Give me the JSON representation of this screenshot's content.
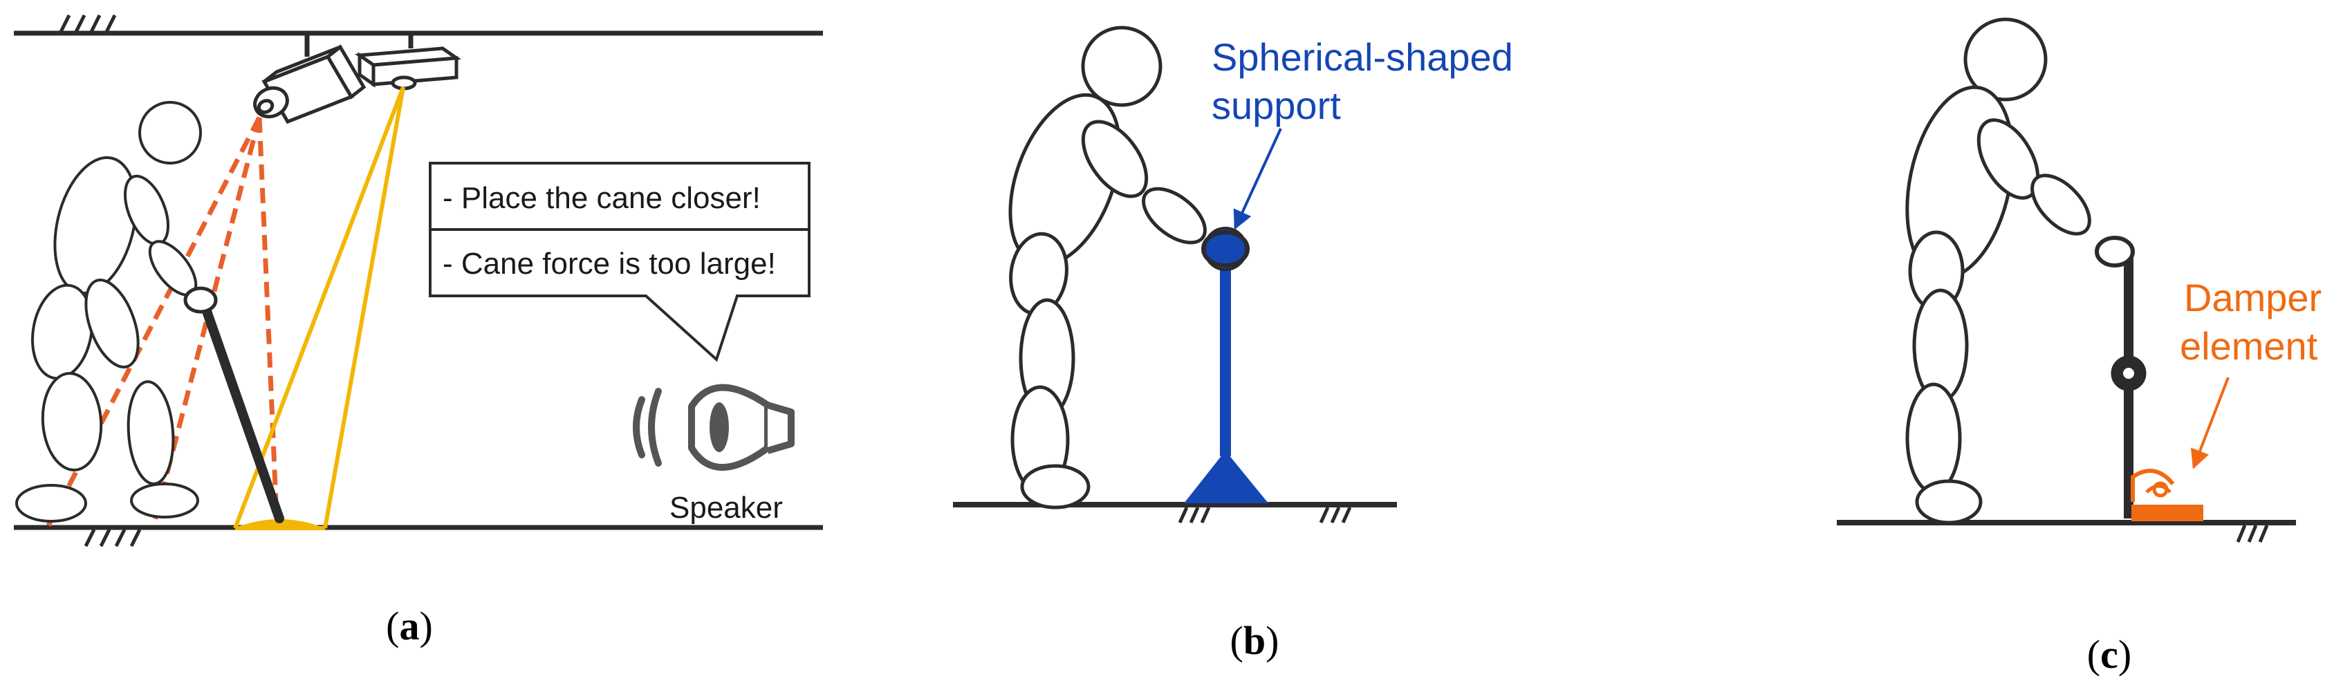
{
  "colors": {
    "outline": "#2b2b2b",
    "camera_ray": "#e8612a",
    "projector_ray": "#f2b705",
    "support_blue": "#1446b4",
    "damper_orange": "#f06a12"
  },
  "panel_a": {
    "callout_line_1": "- Place the cane closer!",
    "callout_line_2": "- Cane force is too large!",
    "speaker_label": "Speaker",
    "icons": [
      "camera-icon",
      "projector-icon",
      "speaker-icon",
      "sound-waves-icon"
    ],
    "caption_letter": "a"
  },
  "panel_b": {
    "support_label_line_1": "Spherical-shaped",
    "support_label_line_2": "support",
    "caption_letter": "b"
  },
  "panel_c": {
    "damper_label_line_1": "Damper",
    "damper_label_line_2": "element",
    "caption_letter": "c"
  }
}
